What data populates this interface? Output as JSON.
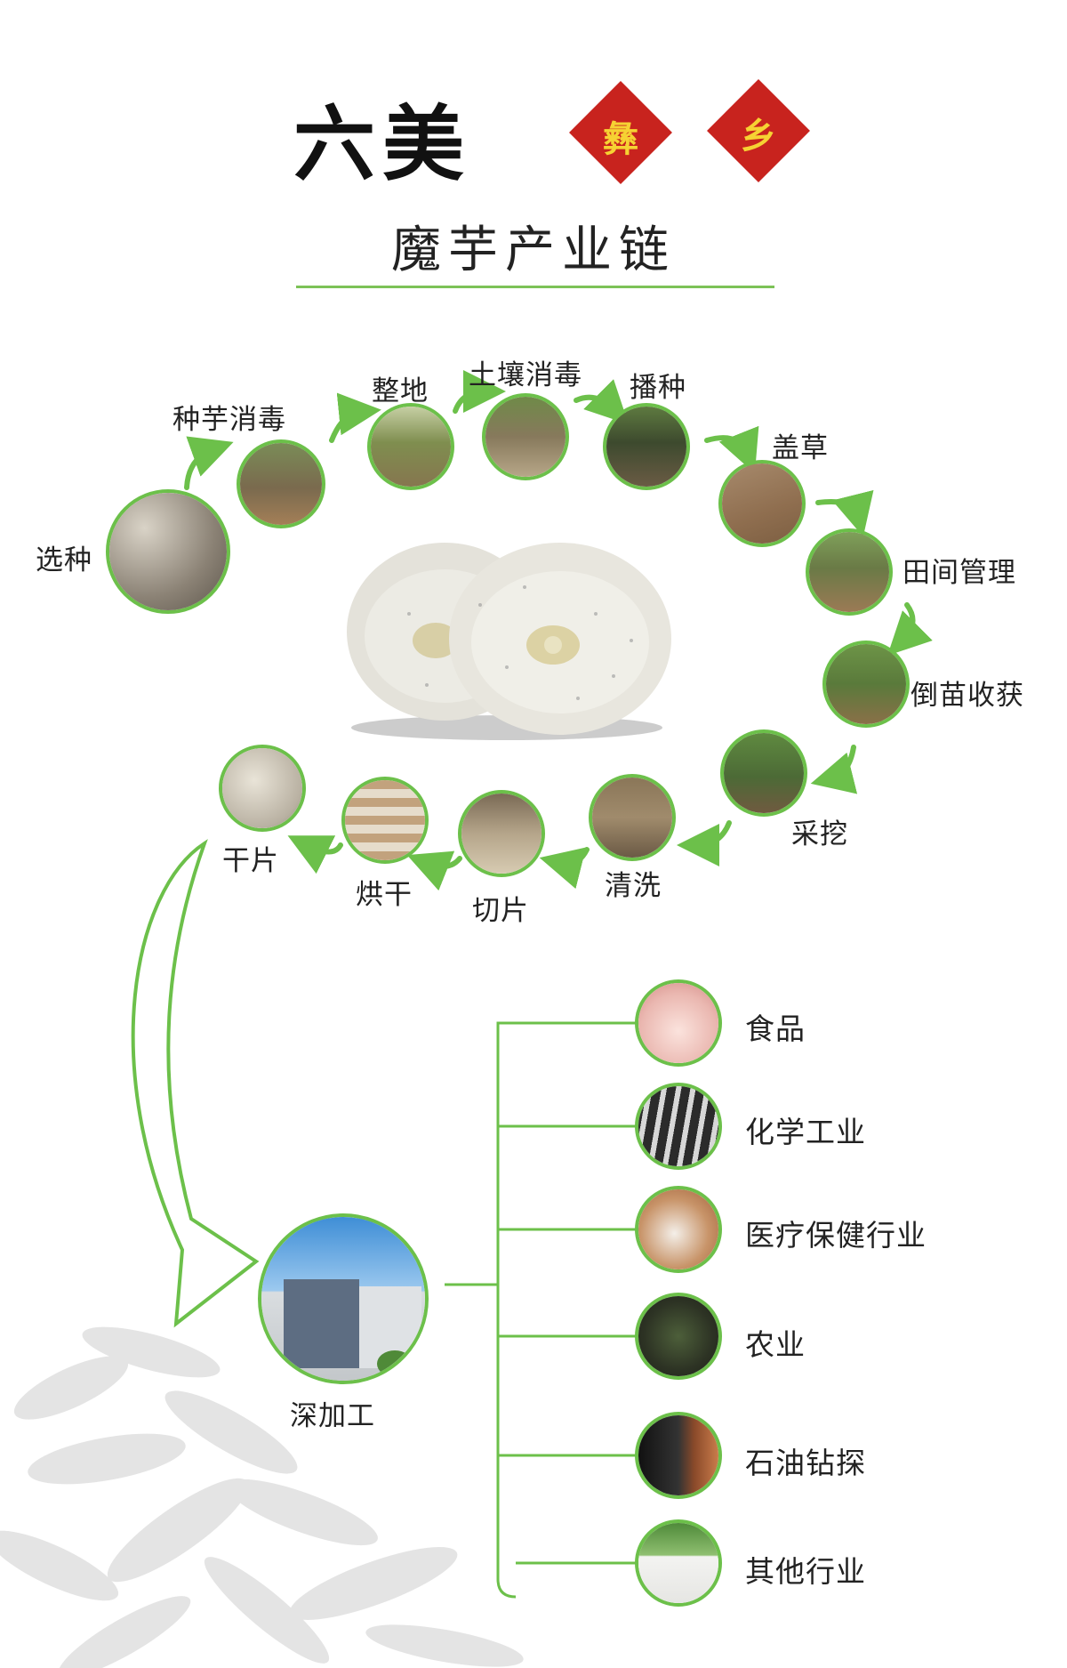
{
  "header": {
    "calligraphy": "六美",
    "badge1": "彝",
    "badge2": "乡",
    "title": "魔芋产业链"
  },
  "process_steps": [
    {
      "label": "选种"
    },
    {
      "label": "种芋消毒"
    },
    {
      "label": "整地"
    },
    {
      "label": "土壤消毒"
    },
    {
      "label": "播种"
    },
    {
      "label": "盖草"
    },
    {
      "label": "田间管理"
    },
    {
      "label": "倒苗收获"
    },
    {
      "label": "采挖"
    },
    {
      "label": "清洗"
    },
    {
      "label": "切片"
    },
    {
      "label": "烘干"
    },
    {
      "label": "干片"
    }
  ],
  "processing": {
    "label": "深加工"
  },
  "industries": [
    {
      "label": "食品"
    },
    {
      "label": "化学工业"
    },
    {
      "label": "医疗保健行业"
    },
    {
      "label": "农业"
    },
    {
      "label": "石油钻探"
    },
    {
      "label": "其他行业"
    }
  ],
  "colors": {
    "accent_green": "#6cc04a",
    "badge_red": "#c8231e",
    "badge_text": "#f6d233"
  }
}
